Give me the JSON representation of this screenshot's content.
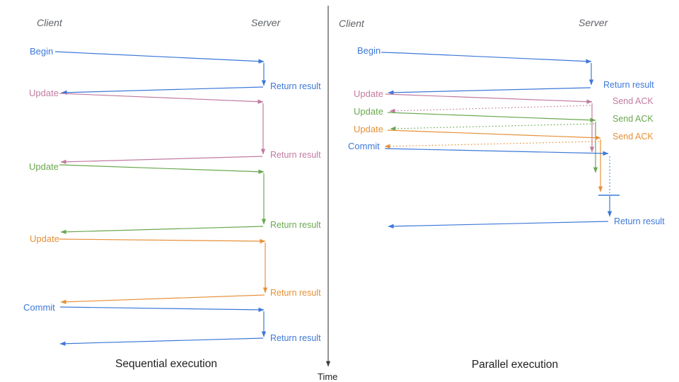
{
  "colors": {
    "blue": "#3c78d8",
    "pink": "#c27ba0",
    "green": "#6aa84f",
    "orange": "#e69138",
    "axis": "#3d3d3d",
    "actor": "#5f6368",
    "caption": "#1f1f1f"
  },
  "time_axis": {
    "label": "Time"
  },
  "panels": [
    {
      "caption": "Sequential execution",
      "actors": {
        "client": "Client",
        "server": "Server"
      },
      "messages": [
        {
          "request": "Begin",
          "response": "Return result",
          "color": "blue"
        },
        {
          "request": "Update",
          "response": "Return result",
          "color": "pink"
        },
        {
          "request": "Update",
          "response": "Return result",
          "color": "green"
        },
        {
          "request": "Update",
          "response": "Return result",
          "color": "orange"
        },
        {
          "request": "Commit",
          "response": "Return result",
          "color": "blue"
        }
      ]
    },
    {
      "caption": "Parallel execution",
      "actors": {
        "client": "Client",
        "server": "Server"
      },
      "messages": [
        {
          "request": "Begin",
          "response": "Return result",
          "color": "blue"
        },
        {
          "request": "Update",
          "response": "Send ACK",
          "color": "pink"
        },
        {
          "request": "Update",
          "response": "Send ACK",
          "color": "green"
        },
        {
          "request": "Update",
          "response": "Send ACK",
          "color": "orange"
        },
        {
          "request": "Commit",
          "response": "Return result",
          "color": "blue"
        }
      ]
    }
  ]
}
